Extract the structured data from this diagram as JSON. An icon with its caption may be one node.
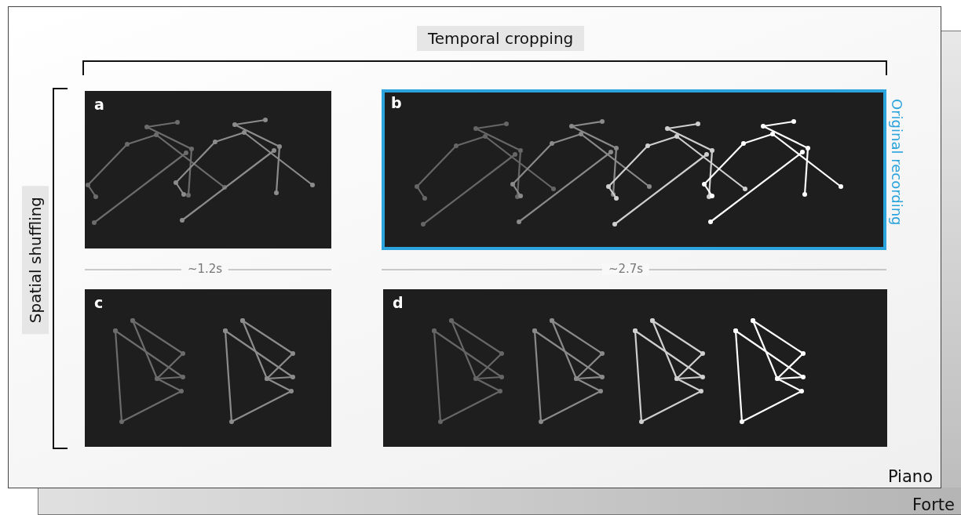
{
  "diagram": {
    "nodes": [
      {
        "text": [
          "Forte"
        ]
      },
      {
        "text": [
          "Piano"
        ]
      },
      {
        "text": [
          "a"
        ],
        "in": 1
      },
      {
        "text": [
          "b"
        ],
        "in": 1,
        "beside": [
          "Original recording"
        ]
      },
      {
        "text": [
          "c"
        ],
        "in": 1
      },
      {
        "text": [
          "d"
        ],
        "in": 1
      }
    ],
    "labels": [
      "Temporal cropping",
      "Spatial shuffling",
      "~1.2s",
      "~2.7s"
    ]
  }
}
